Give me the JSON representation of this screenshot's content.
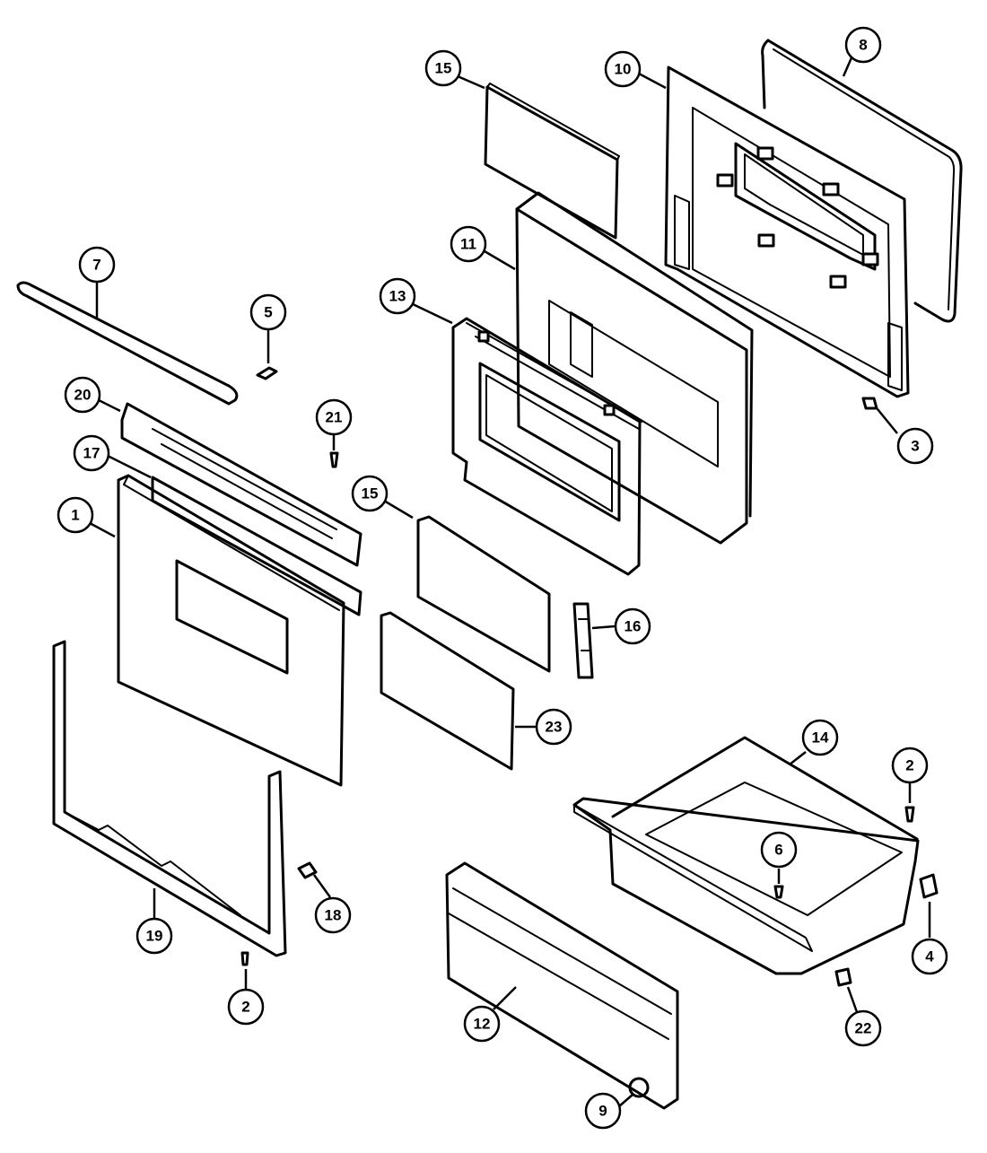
{
  "callouts": [
    {
      "id": "c1",
      "label": "1"
    },
    {
      "id": "c2a",
      "label": "2"
    },
    {
      "id": "c2b",
      "label": "2"
    },
    {
      "id": "c3",
      "label": "3"
    },
    {
      "id": "c4",
      "label": "4"
    },
    {
      "id": "c5",
      "label": "5"
    },
    {
      "id": "c6",
      "label": "6"
    },
    {
      "id": "c7",
      "label": "7"
    },
    {
      "id": "c8",
      "label": "8"
    },
    {
      "id": "c9",
      "label": "9"
    },
    {
      "id": "c10",
      "label": "10"
    },
    {
      "id": "c11",
      "label": "11"
    },
    {
      "id": "c12",
      "label": "12"
    },
    {
      "id": "c13",
      "label": "13"
    },
    {
      "id": "c14",
      "label": "14"
    },
    {
      "id": "c15a",
      "label": "15"
    },
    {
      "id": "c15b",
      "label": "15"
    },
    {
      "id": "c16",
      "label": "16"
    },
    {
      "id": "c17",
      "label": "17"
    },
    {
      "id": "c18",
      "label": "18"
    },
    {
      "id": "c19",
      "label": "19"
    },
    {
      "id": "c20",
      "label": "20"
    },
    {
      "id": "c21",
      "label": "21"
    },
    {
      "id": "c22",
      "label": "22"
    },
    {
      "id": "c23",
      "label": "23"
    }
  ]
}
